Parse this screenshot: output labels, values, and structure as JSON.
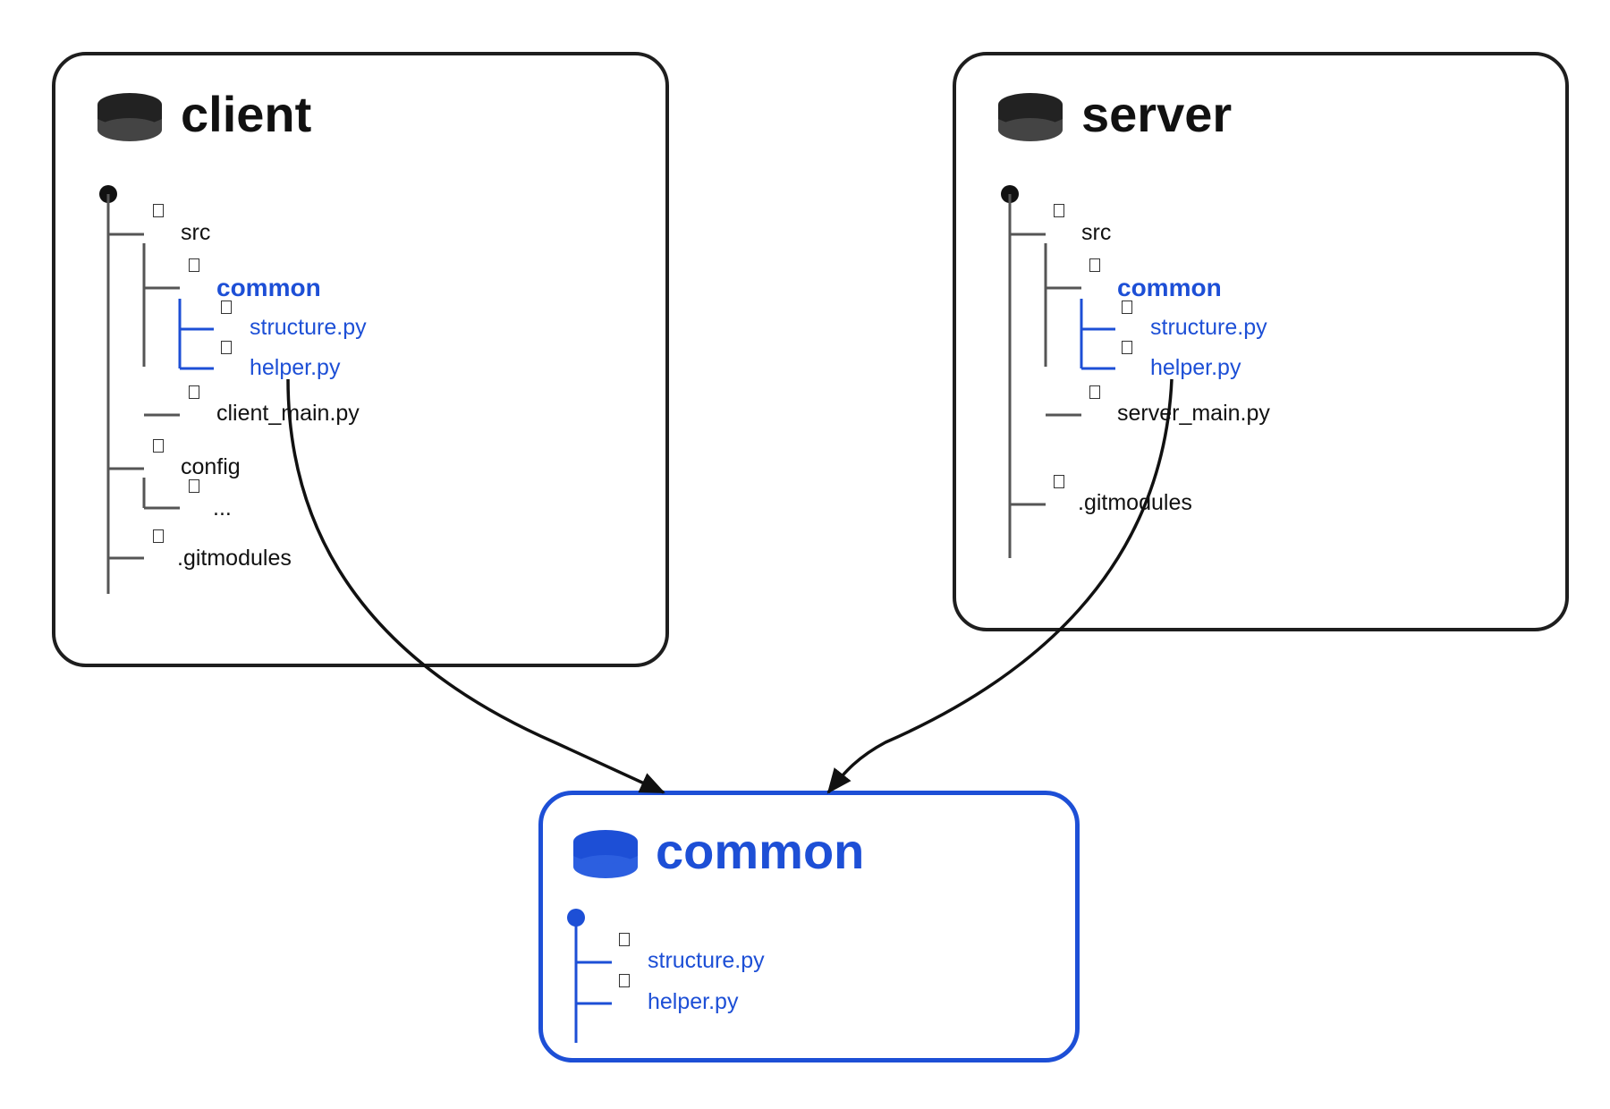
{
  "repos": {
    "client": {
      "title": "client",
      "items": {
        "src": "src",
        "common": "common",
        "structure": "structure.py",
        "helper": "helper.py",
        "main": "client_main.py",
        "config": "config",
        "ellipsis": "...",
        "gitmodules": ".gitmodules"
      }
    },
    "server": {
      "title": "server",
      "items": {
        "src": "src",
        "common": "common",
        "structure": "structure.py",
        "helper": "helper.py",
        "main": "server_main.py",
        "gitmodules": ".gitmodules"
      }
    },
    "common": {
      "title": "common",
      "items": {
        "structure": "structure.py",
        "helper": "helper.py"
      }
    }
  },
  "colors": {
    "accent": "#1d4fd6",
    "outline": "#1e1e1e",
    "tree_line": "#555555",
    "text": "#111111"
  },
  "icons": [
    "database-icon",
    "file-icon",
    "tree-root-dot"
  ]
}
